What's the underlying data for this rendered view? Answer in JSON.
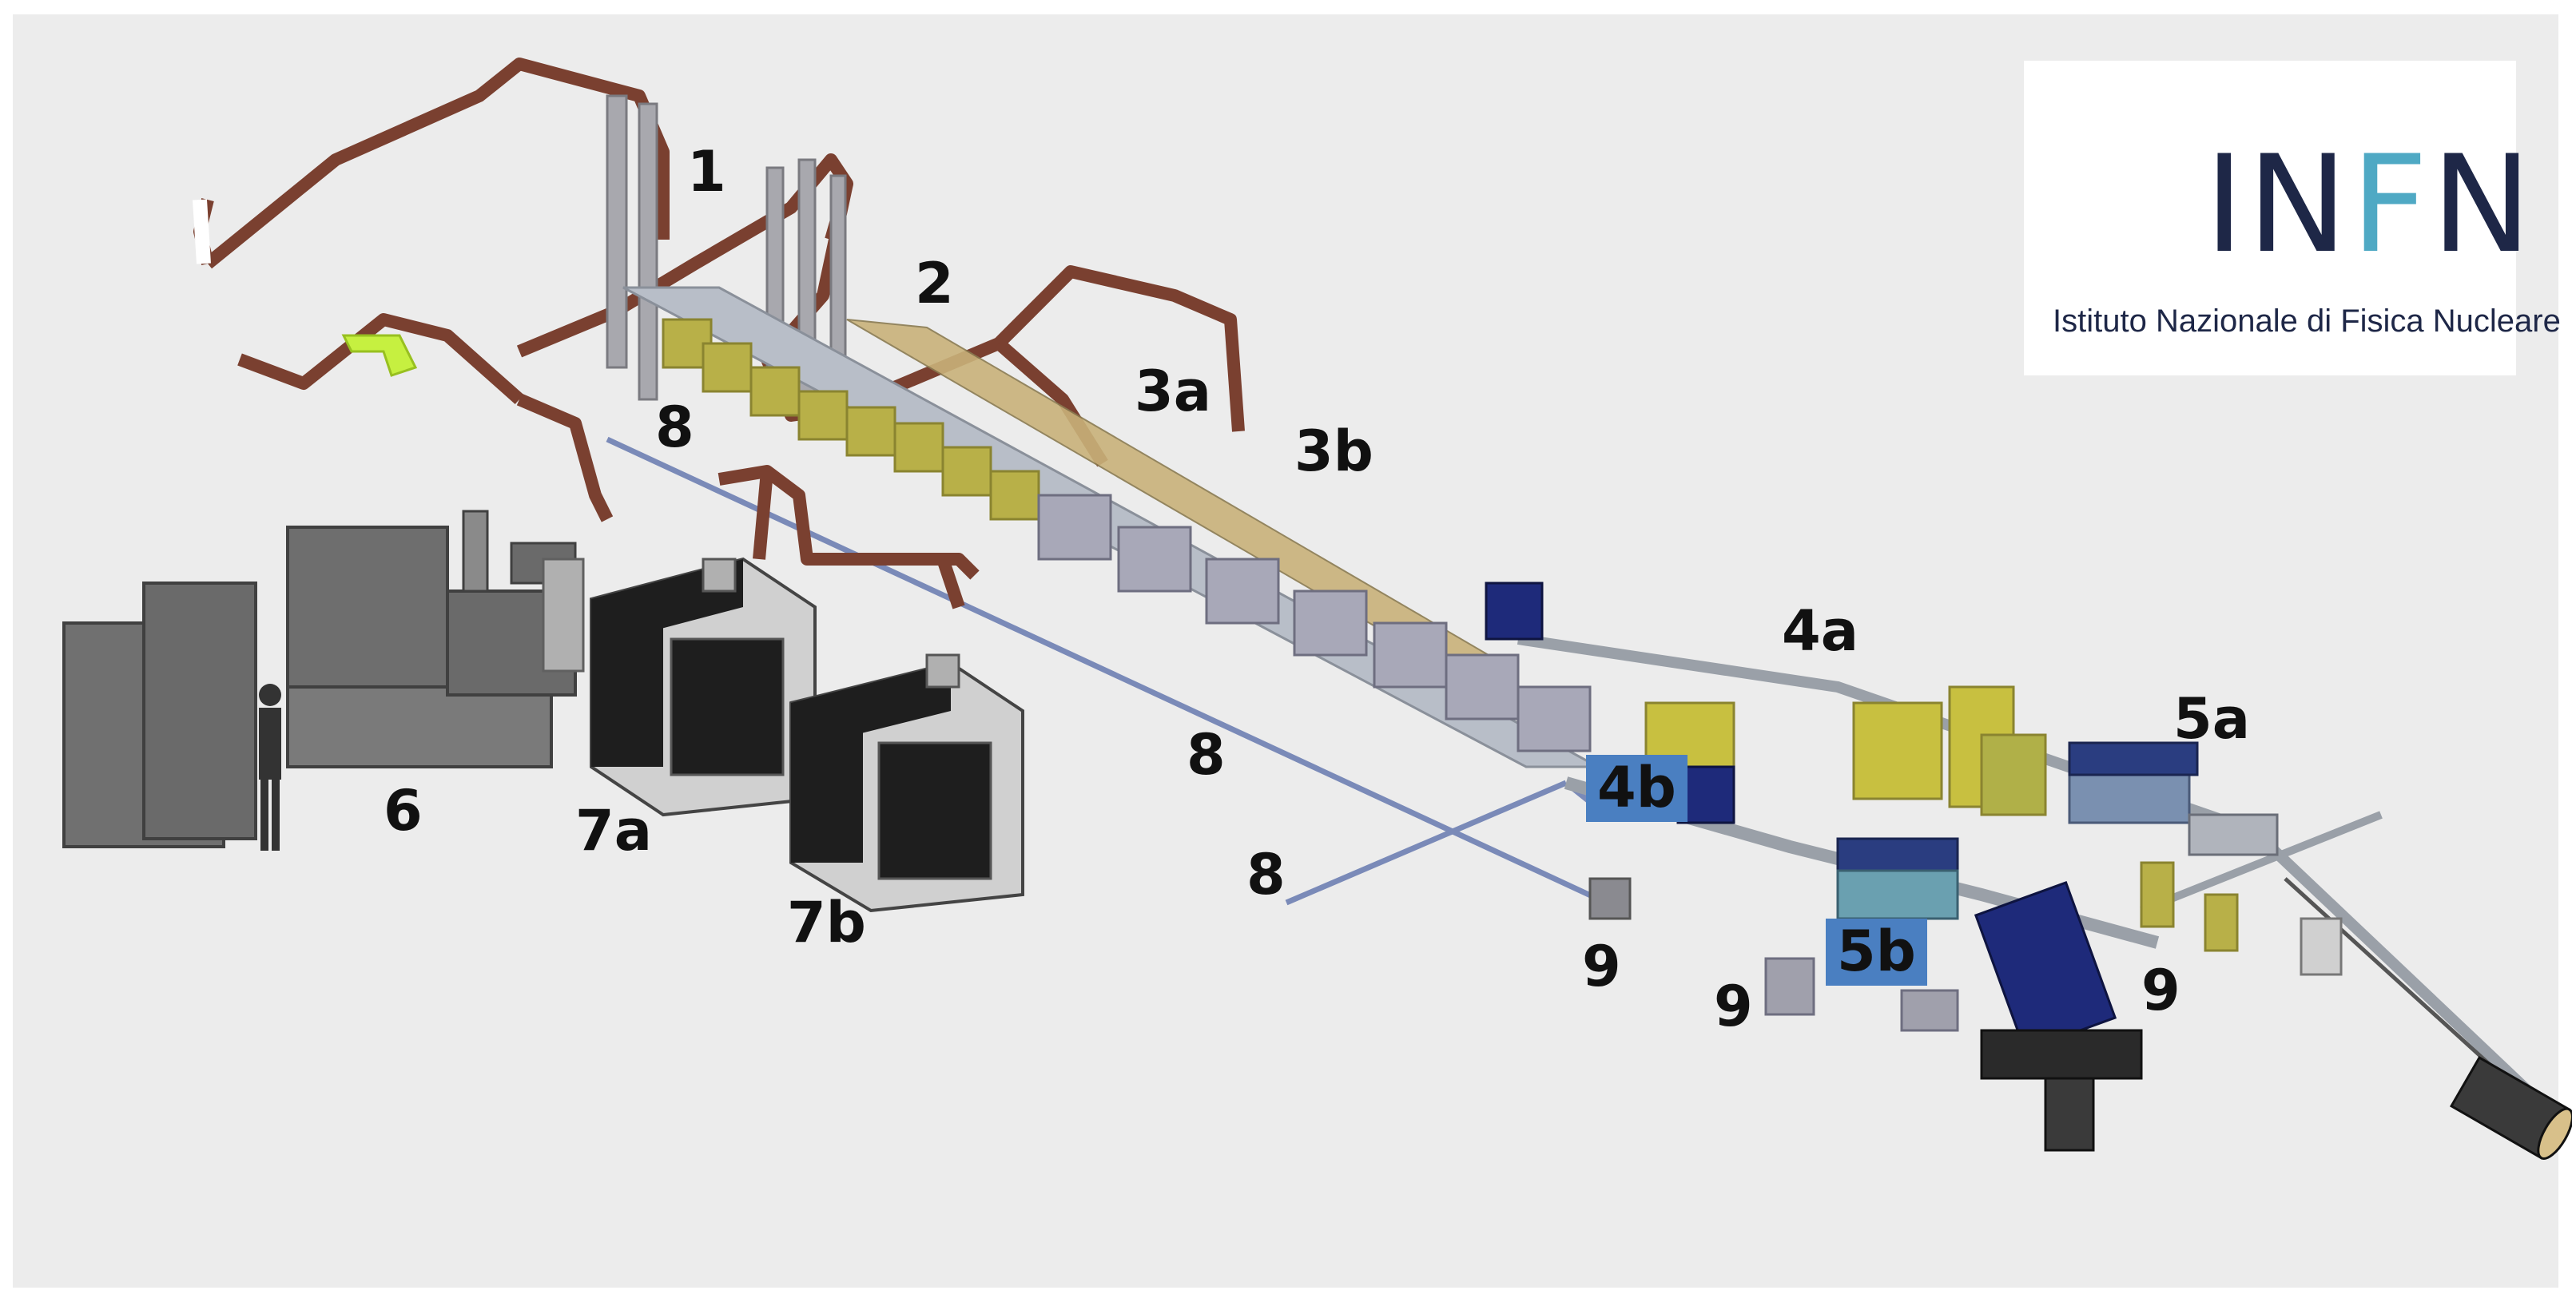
{
  "logo": {
    "word_a": "IN",
    "word_f": "F",
    "word_b": "N",
    "subtitle": "Istituto Nazionale di Fisica Nucleare",
    "colors": {
      "navy": "#1e2747",
      "teal": "#4fa9c4"
    }
  },
  "labels": {
    "l1": "1",
    "l2": "2",
    "l3a": "3a",
    "l3b": "3b",
    "l4a": "4a",
    "l4b": "4b",
    "l5a": "5a",
    "l5b": "5b",
    "l6": "6",
    "l7a": "7a",
    "l7b": "7b",
    "l8a": "8",
    "l8b": "8",
    "l8c": "8",
    "l9a": "9",
    "l9b": "9",
    "l9c": "9"
  },
  "colors": {
    "background": "#ececec",
    "waveguide": "#7a4030",
    "beamline": "#9aa0a8",
    "support": "#a8a8b4",
    "yellow_stand": "#b8b048",
    "cabinet": "#1e1e1e",
    "cable": "#7a8ab8",
    "label_box": "#4a7fc1"
  }
}
